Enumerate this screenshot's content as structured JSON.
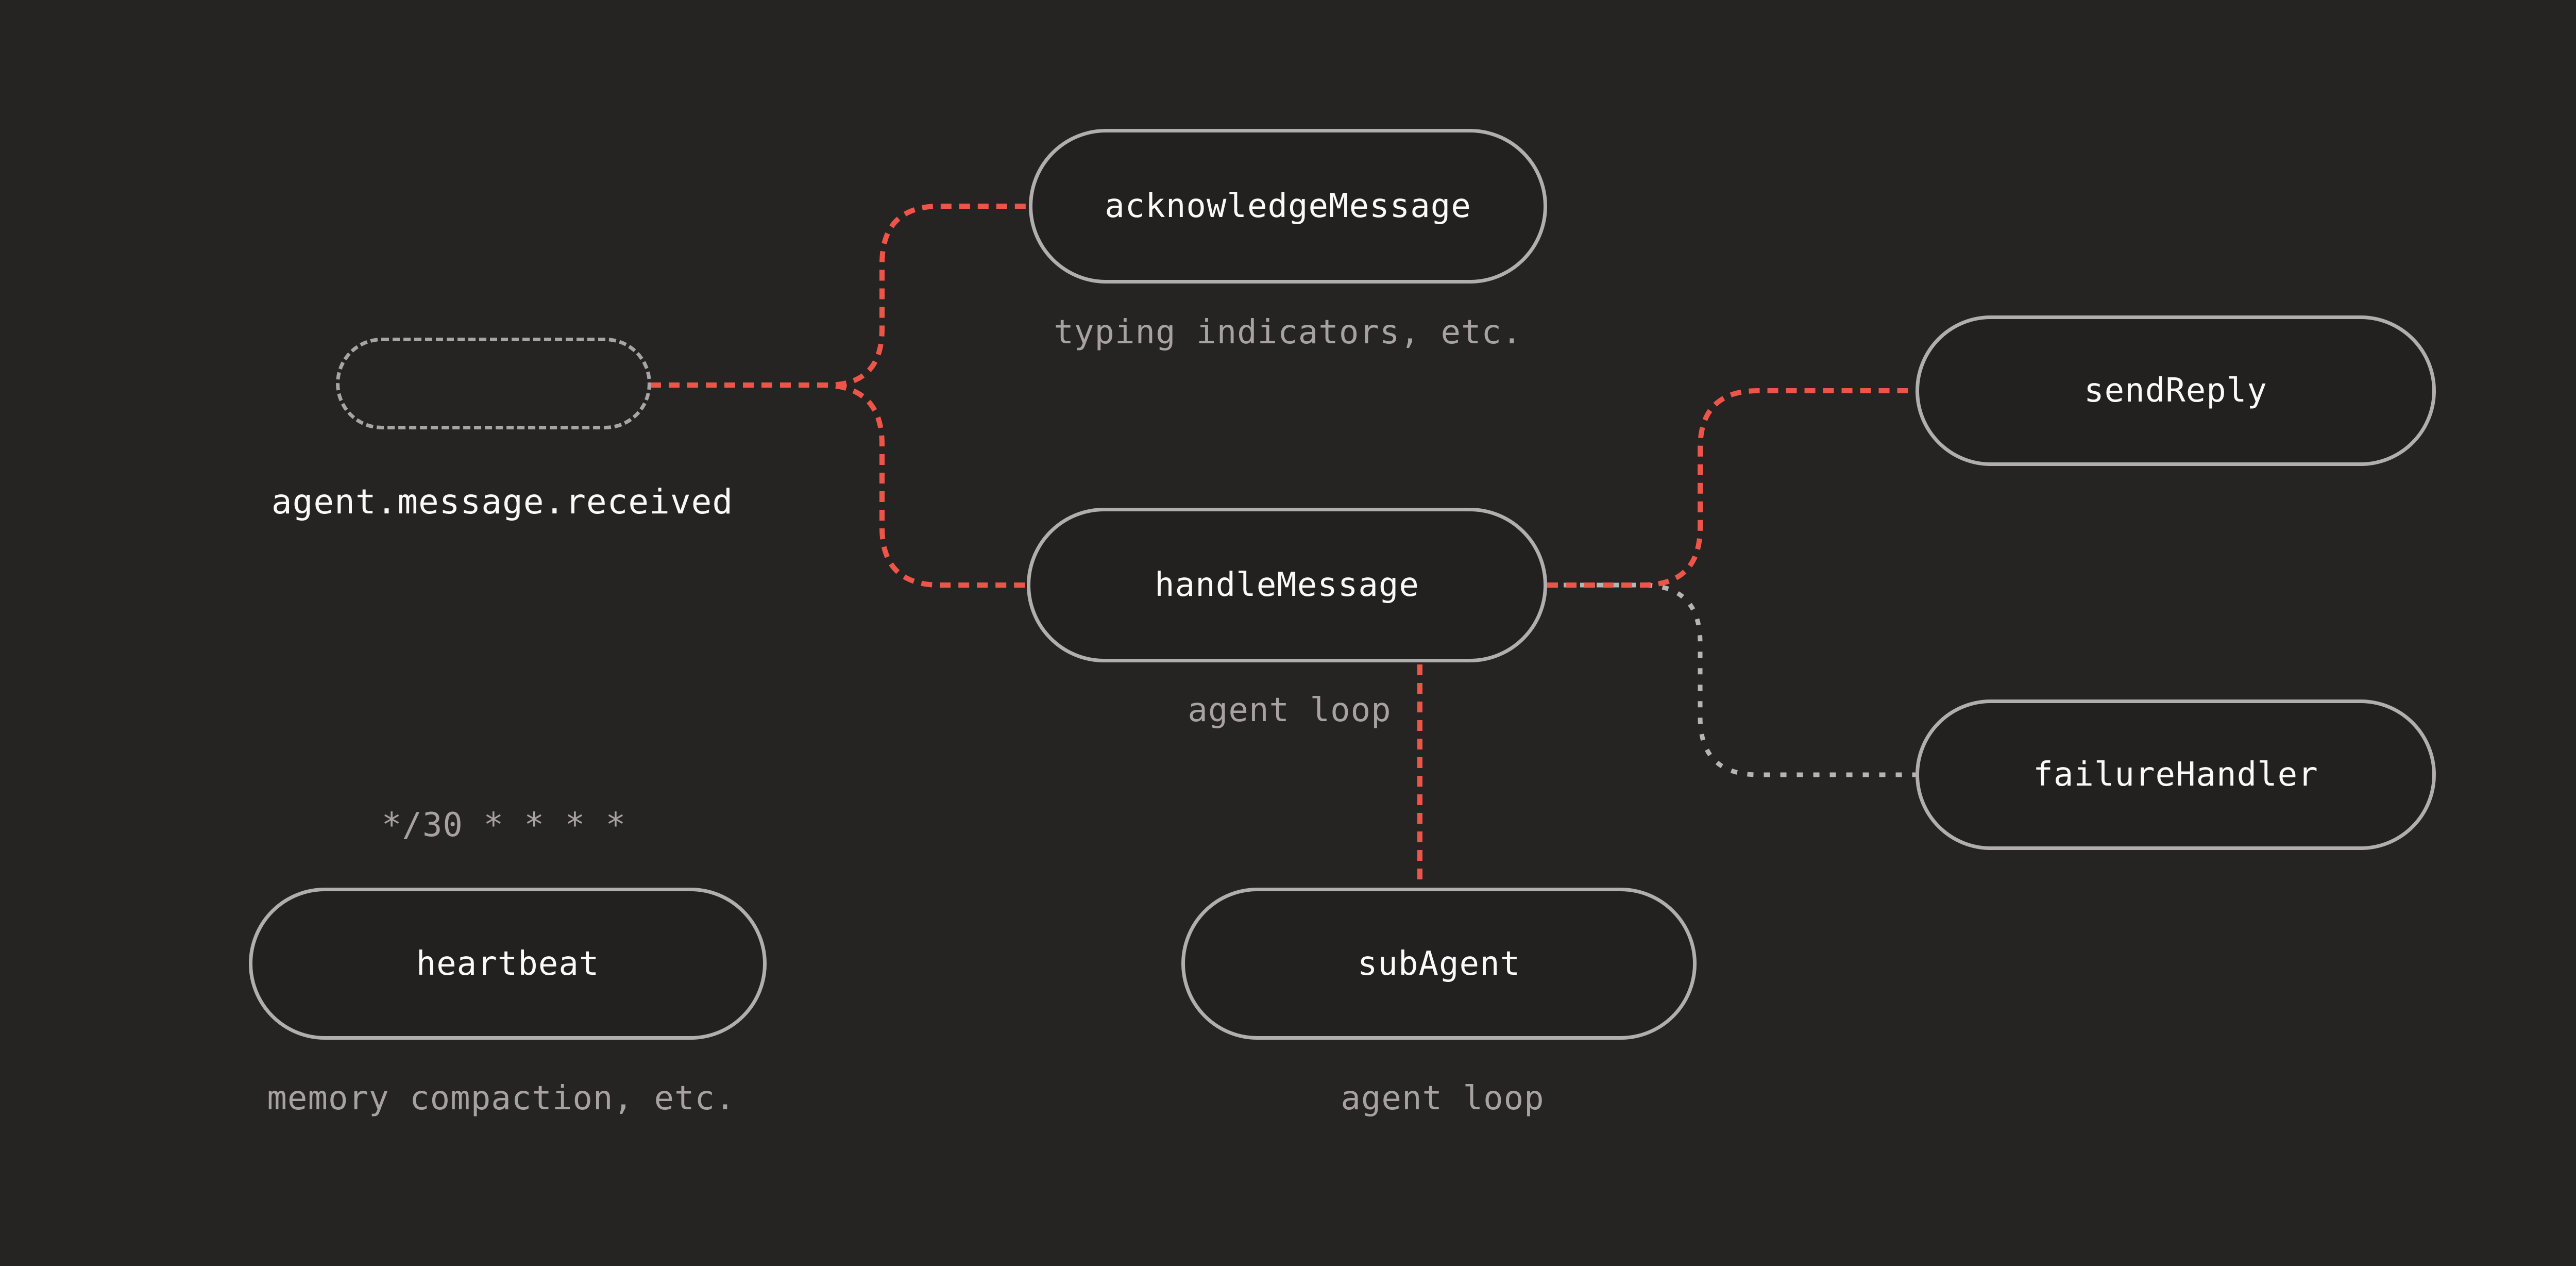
{
  "diagram": {
    "colors": {
      "background": "#262323",
      "node_fill": "#232020",
      "node_border": "#b3aeae",
      "dashed_border": "#a9a4a4",
      "accent_red": "#ee5549",
      "muted_grey": "#b9b4b4",
      "caption_grey": "#a8a1a1",
      "label_white": "#faf8f8"
    },
    "nodes": [
      {
        "id": "event-source",
        "label": "",
        "caption": "agent.message.received",
        "style": "dashed-outline"
      },
      {
        "id": "acknowledge-message",
        "label": "acknowledgeMessage",
        "caption": "typing indicators, etc.",
        "style": "solid"
      },
      {
        "id": "handle-message",
        "label": "handleMessage",
        "caption": "agent loop",
        "style": "solid"
      },
      {
        "id": "send-reply",
        "label": "sendReply",
        "style": "solid"
      },
      {
        "id": "failure-handler",
        "label": "failureHandler",
        "style": "solid"
      },
      {
        "id": "heartbeat",
        "label": "heartbeat",
        "schedule": "*/30 * * * *",
        "caption": "memory compaction, etc.",
        "style": "solid"
      },
      {
        "id": "sub-agent",
        "label": "subAgent",
        "caption": "agent loop",
        "style": "solid"
      }
    ],
    "edges": [
      {
        "from": "event-source",
        "to": "acknowledge-message",
        "style": "red-dashed"
      },
      {
        "from": "event-source",
        "to": "handle-message",
        "style": "red-dashed"
      },
      {
        "from": "handle-message",
        "to": "send-reply",
        "style": "red-dashed"
      },
      {
        "from": "handle-message",
        "to": "failure-handler",
        "style": "grey-dashed"
      },
      {
        "from": "handle-message",
        "to": "sub-agent",
        "style": "red-dashed"
      }
    ]
  }
}
